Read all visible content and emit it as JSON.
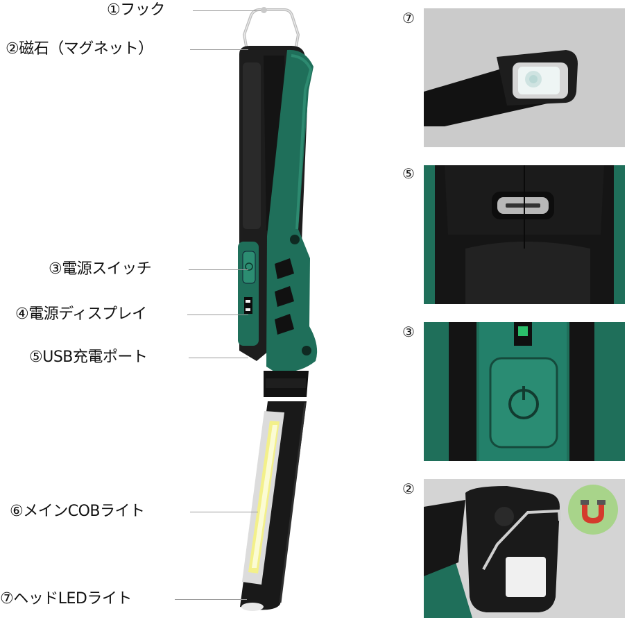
{
  "callouts": [
    {
      "id": "hook",
      "label": "①フック"
    },
    {
      "id": "magnet",
      "label": "②磁石（マグネット）"
    },
    {
      "id": "power-switch",
      "label": "③電源スイッチ"
    },
    {
      "id": "power-display",
      "label": "④電源ディスプレイ"
    },
    {
      "id": "usb-port",
      "label": "⑤USB充電ポート"
    },
    {
      "id": "main-cob",
      "label": "⑥メインCOBライト"
    },
    {
      "id": "head-led",
      "label": "⑦ヘッドLEDライト"
    }
  ],
  "detail_photos": [
    {
      "number": "⑦",
      "subject": "head-led"
    },
    {
      "number": "⑤",
      "subject": "usb-port"
    },
    {
      "number": "③",
      "subject": "power-switch"
    },
    {
      "number": "②",
      "subject": "magnet"
    }
  ],
  "colors": {
    "body_black": "#1c1c1c",
    "accent_green": "#1f6f5a",
    "cob_yellow": "#f3f08a",
    "photo_gray": "#c9c9c9"
  }
}
